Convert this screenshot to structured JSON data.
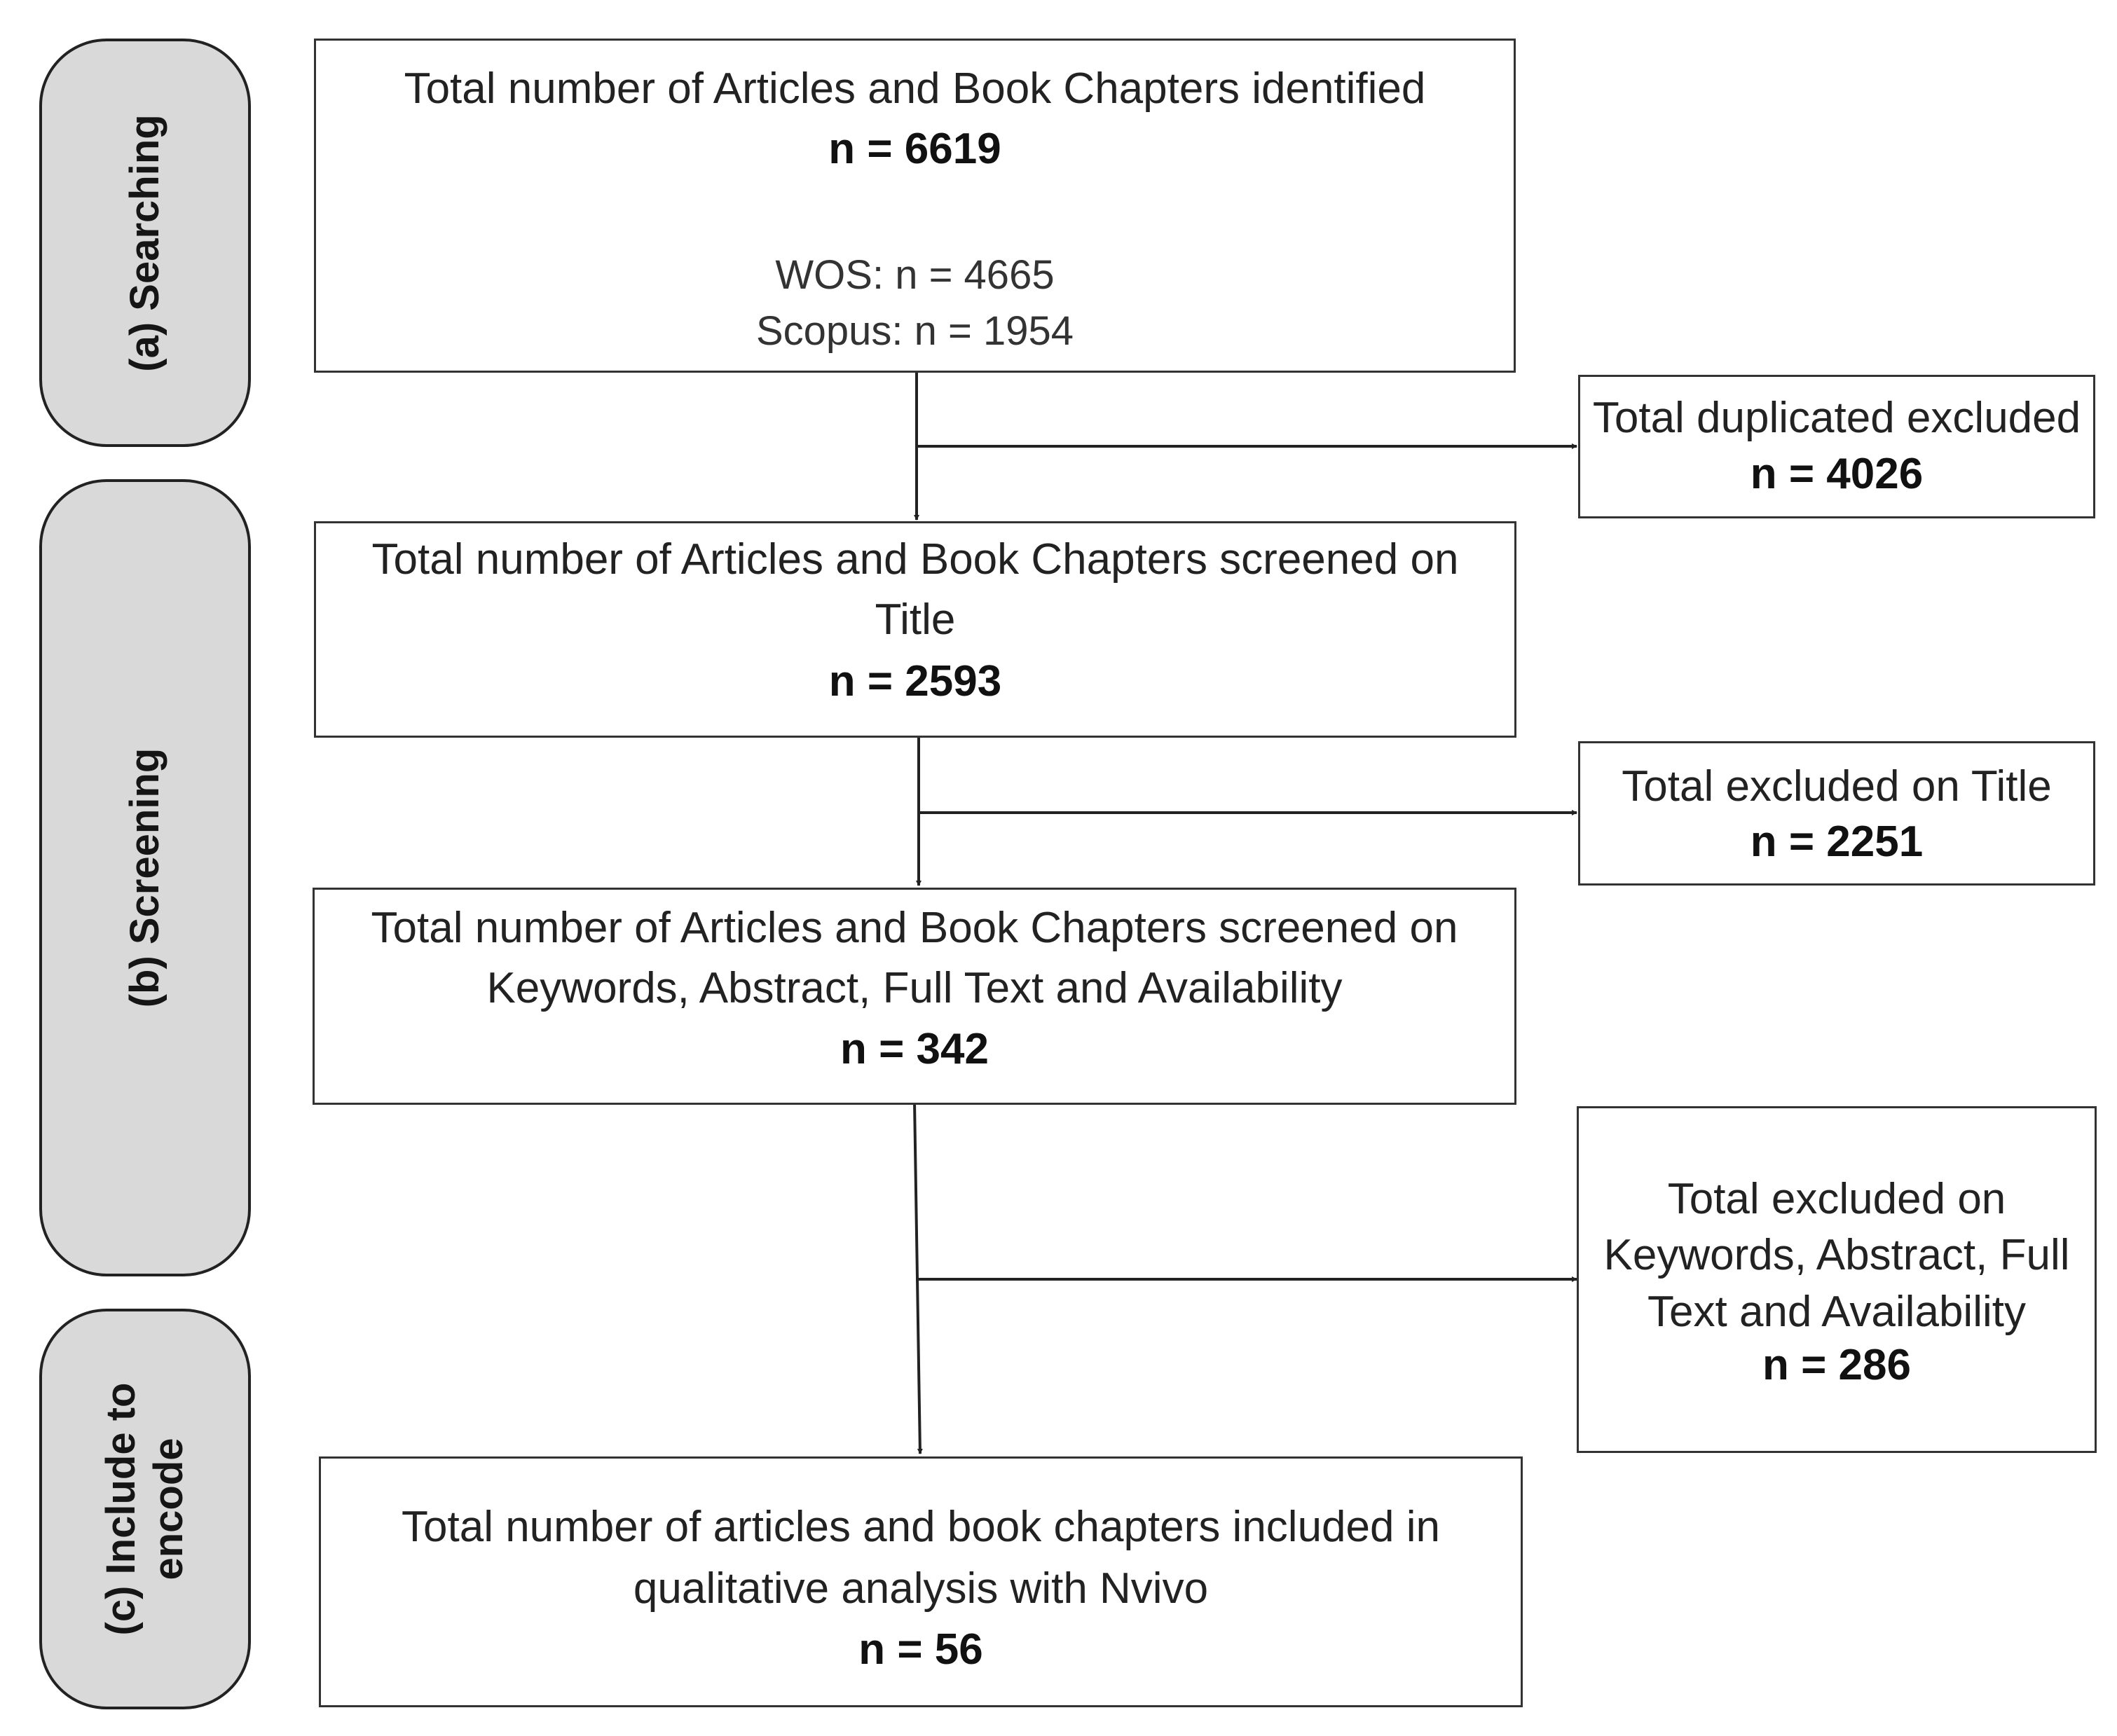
{
  "phases": {
    "searching": "(a) Searching",
    "screening": "(b) Screening",
    "include_line1": "(c) Include to",
    "include_line2": "encode"
  },
  "identified": {
    "title": "Total number of Articles and Book Chapters identified",
    "count": "n = 6619",
    "wos": "WOS: n = 4665",
    "scopus": "Scopus: n =  1954"
  },
  "duplicates": {
    "title": "Total duplicated excluded",
    "count": "n = 4026"
  },
  "screened_title": {
    "line1": "Total number of Articles and Book Chapters screened on",
    "line2": "Title",
    "count": "n = 2593"
  },
  "excluded_title": {
    "title": "Total excluded on Title",
    "count": "n = 2251"
  },
  "screened_full": {
    "line1": "Total number of Articles and Book Chapters screened on",
    "line2": "Keywords, Abstract, Full Text and Availability",
    "count": "n = 342"
  },
  "excluded_full": {
    "line1": "Total excluded on",
    "line2": "Keywords, Abstract, Full",
    "line3": "Text and Availability",
    "count": "n = 286"
  },
  "included": {
    "line1": "Total number of articles and book chapters included in",
    "line2": "qualitative analysis with Nvivo",
    "count": "n = 56"
  },
  "colors": {
    "phase_fill": "#d9d9d9",
    "border": "#333333",
    "text": "#222222"
  }
}
